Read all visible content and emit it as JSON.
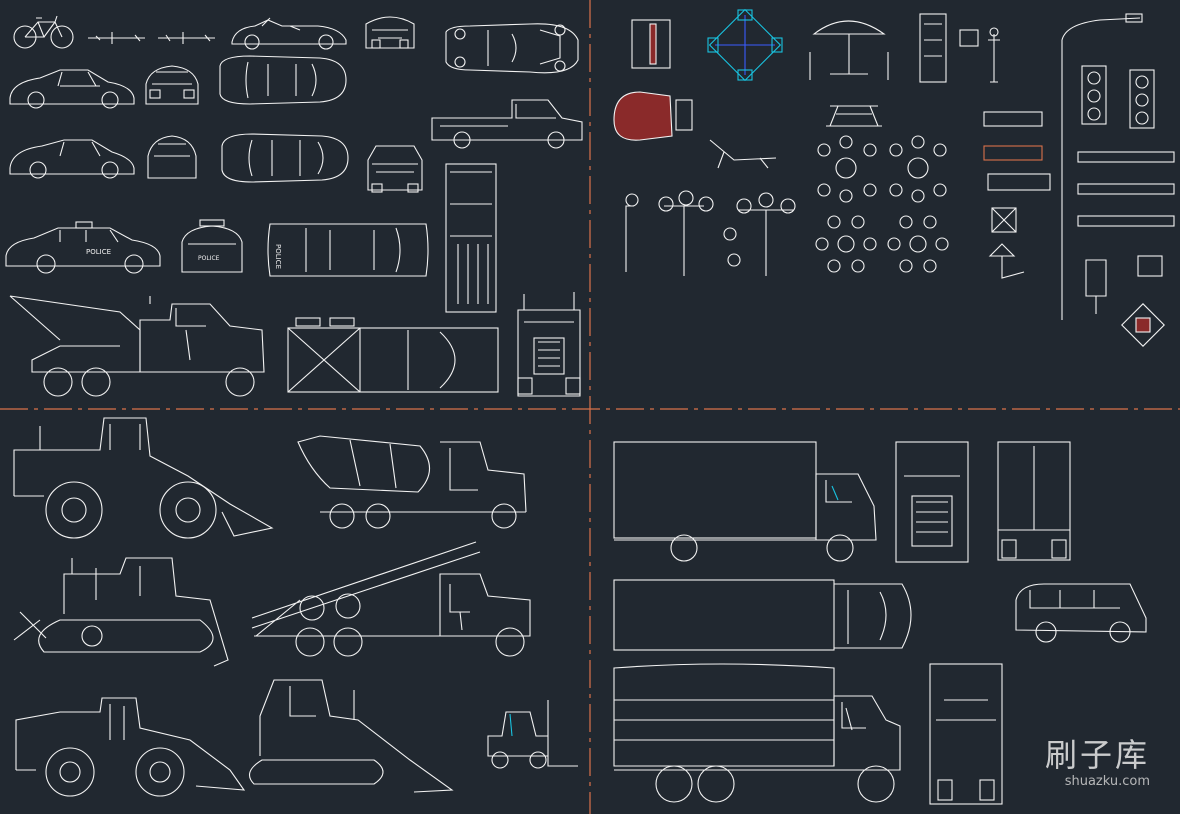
{
  "drawing": {
    "background": "#212830",
    "line_color": "#f2f2f2",
    "divider_color": "#d9714a",
    "accent_cyan": "#19c3e0",
    "accent_blue": "#3a5bff",
    "accent_red": "#8a2a2a"
  },
  "panels": [
    {
      "id": "vehicles",
      "contents": [
        "bicycle",
        "sports-car",
        "coupe",
        "sedan",
        "pickup-truck",
        "police-car",
        "tow-truck",
        "semi-truck",
        "car-top-view"
      ]
    },
    {
      "id": "street-furniture",
      "contents": [
        "piano",
        "patio-umbrella-table",
        "street-lamp",
        "traffic-light",
        "lounge-chair",
        "park-lights",
        "planter"
      ]
    },
    {
      "id": "construction",
      "contents": [
        "wheel-loader",
        "cement-mixer",
        "bulldozer",
        "crane-truck",
        "crawler-loader",
        "forklift"
      ]
    },
    {
      "id": "trucks",
      "contents": [
        "box-truck",
        "box-truck-front",
        "box-truck-rear",
        "van",
        "military-truck"
      ]
    }
  ],
  "watermark": {
    "cn": "刷子库",
    "en": "shuazku.com"
  }
}
